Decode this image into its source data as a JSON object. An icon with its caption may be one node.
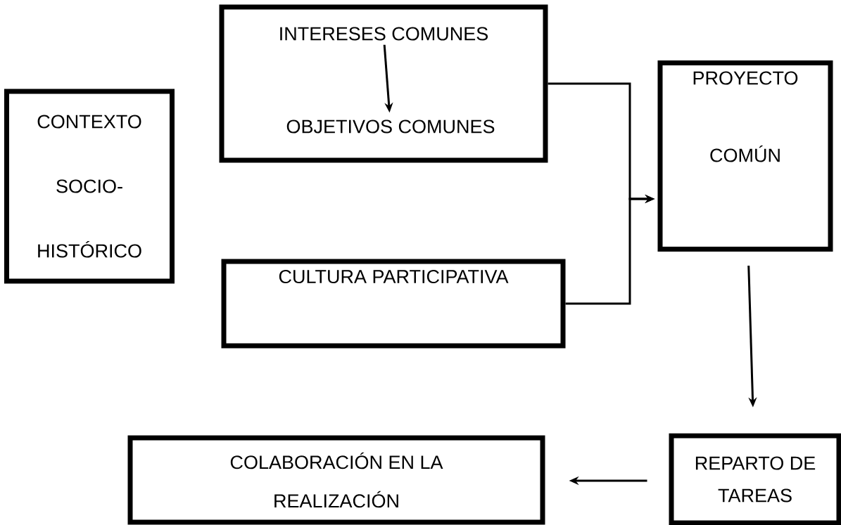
{
  "diagram": {
    "nodes": [
      {
        "text": [
          "CONTEXTO SOCIO- HISTÓRICO"
        ]
      },
      {
        "text": [],
        "shape": "box"
      },
      {
        "text": [
          "INTERESES COMUNES"
        ],
        "in": 1
      },
      {
        "text": [
          "OBJETIVOS COMUNES"
        ],
        "in": 1
      },
      {
        "text": [
          "CULTURA PARTICIPATIVA"
        ]
      },
      {
        "text": [
          "PROYECTO COMÚN"
        ]
      },
      {
        "text": [
          "REPARTO DE TAREAS"
        ]
      },
      {
        "text": [
          "COLABORACIÓN EN LA REALIZACIÓN"
        ]
      }
    ],
    "edges": [
      {
        "from": 2,
        "to": 3,
        "arrow": "to"
      },
      {
        "from": 1,
        "to": 5,
        "arrow": "to"
      },
      {
        "from": 4,
        "to": 5,
        "arrow": "to"
      },
      {
        "from": 5,
        "to": 6,
        "arrow": "to"
      },
      {
        "from": 6,
        "to": 7,
        "arrow": "to"
      }
    ]
  }
}
